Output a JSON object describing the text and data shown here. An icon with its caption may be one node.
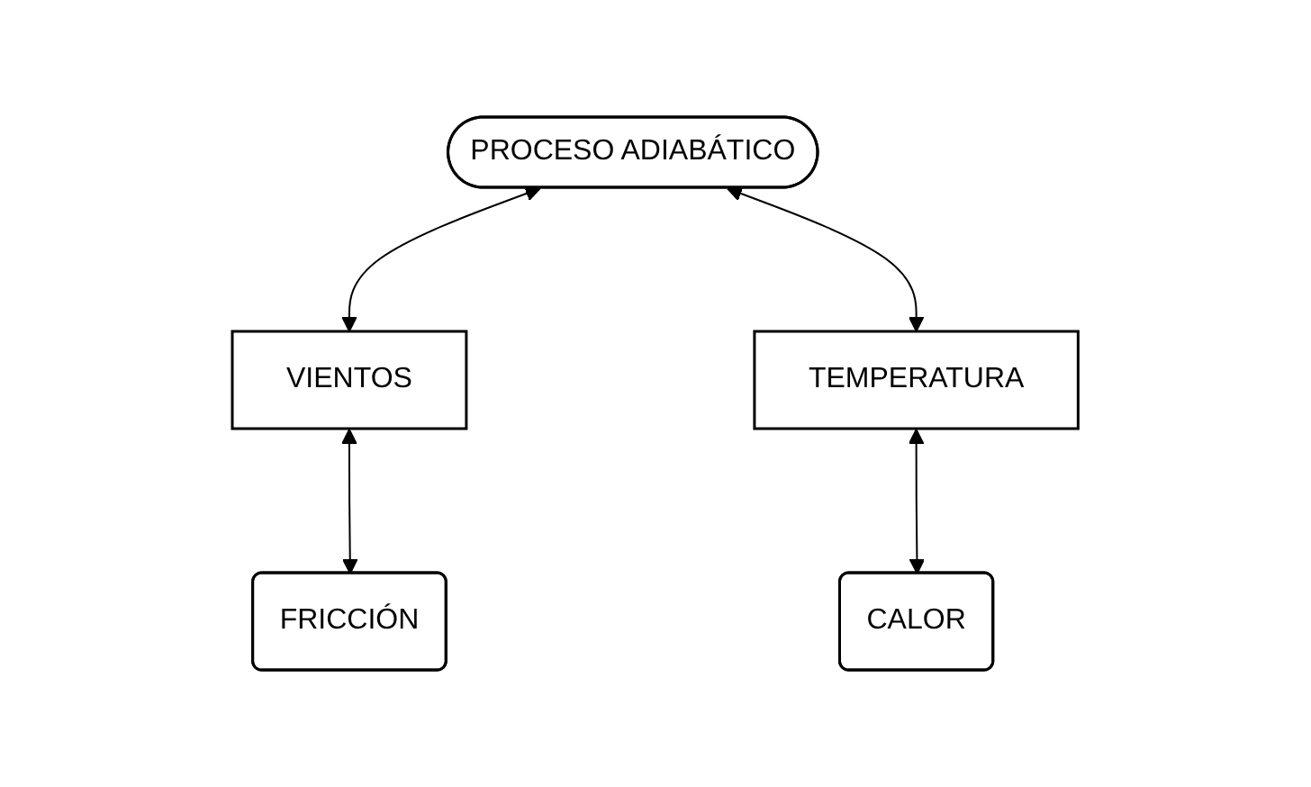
{
  "diagram": {
    "nodes": [
      {
        "text": [
          "PROCESO ADIABÁTICO"
        ]
      },
      {
        "text": [
          "VIENTOS"
        ]
      },
      {
        "text": [
          "TEMPERATURA"
        ]
      },
      {
        "text": [
          "FRICCIÓN"
        ]
      },
      {
        "text": [
          "CALOR"
        ]
      }
    ],
    "edges": [
      {
        "from": 0,
        "to": 1,
        "arrow": "both"
      },
      {
        "from": 0,
        "to": 2,
        "arrow": "both"
      },
      {
        "from": 1,
        "to": 3,
        "arrow": "both"
      },
      {
        "from": 2,
        "to": 4,
        "arrow": "both"
      }
    ]
  }
}
